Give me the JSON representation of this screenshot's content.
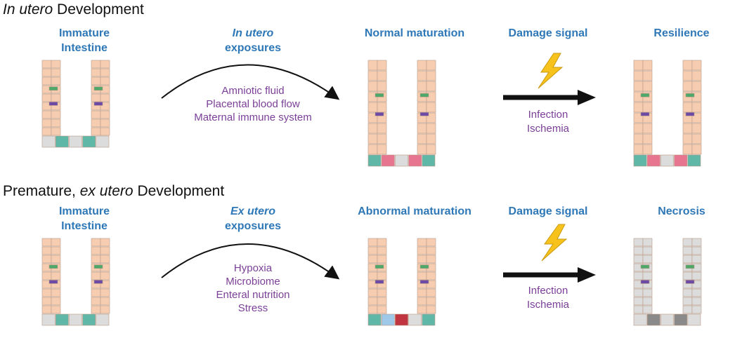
{
  "rows": [
    {
      "title_italic": "In utero",
      "title_rest": " Development",
      "stage1": [
        "Immature",
        "Intestine"
      ],
      "exposure_italic": "In utero",
      "exposure_rest": "exposures",
      "exposures": [
        "Amniotic fluid",
        "Placental blood flow",
        "Maternal immune system"
      ],
      "stage2": "Normal maturation",
      "damage": "Damage signal",
      "damage_items": [
        "Infection",
        "Ischemia"
      ],
      "outcome": "Resilience"
    },
    {
      "title_pre": "Premature, ",
      "title_italic": "ex utero",
      "title_rest": " Development",
      "stage1": [
        "Immature",
        "Intestine"
      ],
      "exposure_italic": "Ex utero",
      "exposure_rest": "exposures",
      "exposures": [
        "Hypoxia",
        "Microbiome",
        "Enteral nutrition",
        "Stress"
      ],
      "stage2": "Abnormal maturation",
      "damage": "Damage signal",
      "damage_items": [
        "Infection",
        "Ischemia"
      ],
      "outcome": "Necrosis"
    }
  ],
  "colors": {
    "label_blue": "#2f78b7",
    "exposure_purple": "#7b3f98",
    "cell_peach": "#f6cdb1",
    "cell_gray": "#dcdcdc",
    "stem_teal": "#5fb8a7",
    "paneth_pink": "#e8758f",
    "goblet_green": "#4ea86a",
    "tuft_purple": "#6c4aa6",
    "lightning_yellow": "#f7c21b"
  }
}
